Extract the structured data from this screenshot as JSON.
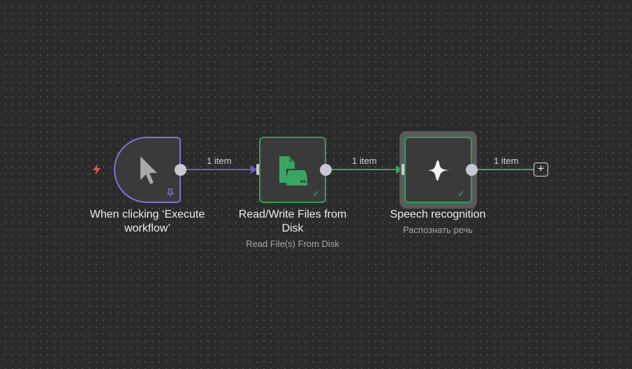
{
  "colors": {
    "canvas_bg": "#2b2b2b",
    "trigger_accent": "#8170d6",
    "success_green": "#2e9e5a",
    "edge_green": "#3aa564",
    "handle": "#c7c9d2",
    "lightning": "#e0594a"
  },
  "nodes": [
    {
      "id": "trigger",
      "title_line1": "When clicking ‘Execute",
      "title_line2": "workflow’",
      "icon": "cursor-icon",
      "badge_icon": "pin-icon",
      "side_icon": "lightning-icon"
    },
    {
      "id": "read-write-files",
      "title_line1": "Read/Write Files from",
      "title_line2": "Disk",
      "subtitle": "Read File(s) From Disk",
      "icon": "file-disk-icon",
      "status_icon": "check-icon",
      "status_text": "✓"
    },
    {
      "id": "speech-recognition",
      "title": "Speech recognition",
      "subtitle": "Распознать речь",
      "icon": "waveform-icon",
      "status_icon": "check-icon",
      "status_text": "✓"
    }
  ],
  "edges": [
    {
      "from": "trigger",
      "to": "read-write-files",
      "label": "1 item",
      "color": "#6b5cd0"
    },
    {
      "from": "read-write-files",
      "to": "speech-recognition",
      "label": "1 item",
      "color": "#3aa564"
    },
    {
      "from": "speech-recognition",
      "to": "add-node",
      "label": "1 item",
      "color": "#3aa564"
    }
  ],
  "add_button": {
    "label": "+"
  }
}
